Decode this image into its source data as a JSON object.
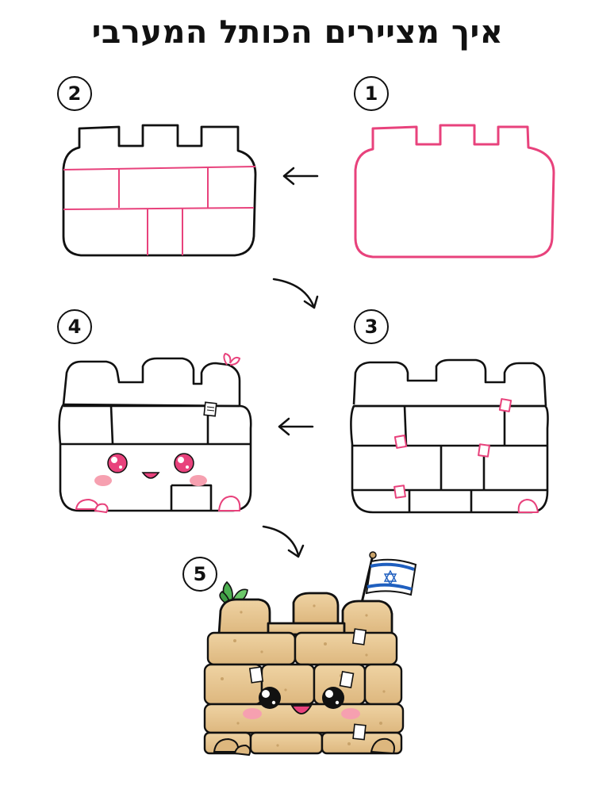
{
  "title": "איך מציירים הכותל המערבי",
  "steps": [
    {
      "number": "1"
    },
    {
      "number": "2"
    },
    {
      "number": "3"
    },
    {
      "number": "4"
    },
    {
      "number": "5"
    }
  ],
  "colors": {
    "outline": "#111111",
    "guide_pink": "#e8427c",
    "stone": "#e6c48e",
    "stone_shadow": "#c9a36a",
    "blush": "#f6a0b0",
    "flag_blue": "#1f5fbf",
    "leaf_green": "#4caf50"
  },
  "icons": [
    "arrow-left-icon",
    "curved-arrow-icon",
    "israel-flag-icon",
    "star-of-david-icon",
    "leaf-sprout-icon",
    "prayer-note-icon"
  ]
}
